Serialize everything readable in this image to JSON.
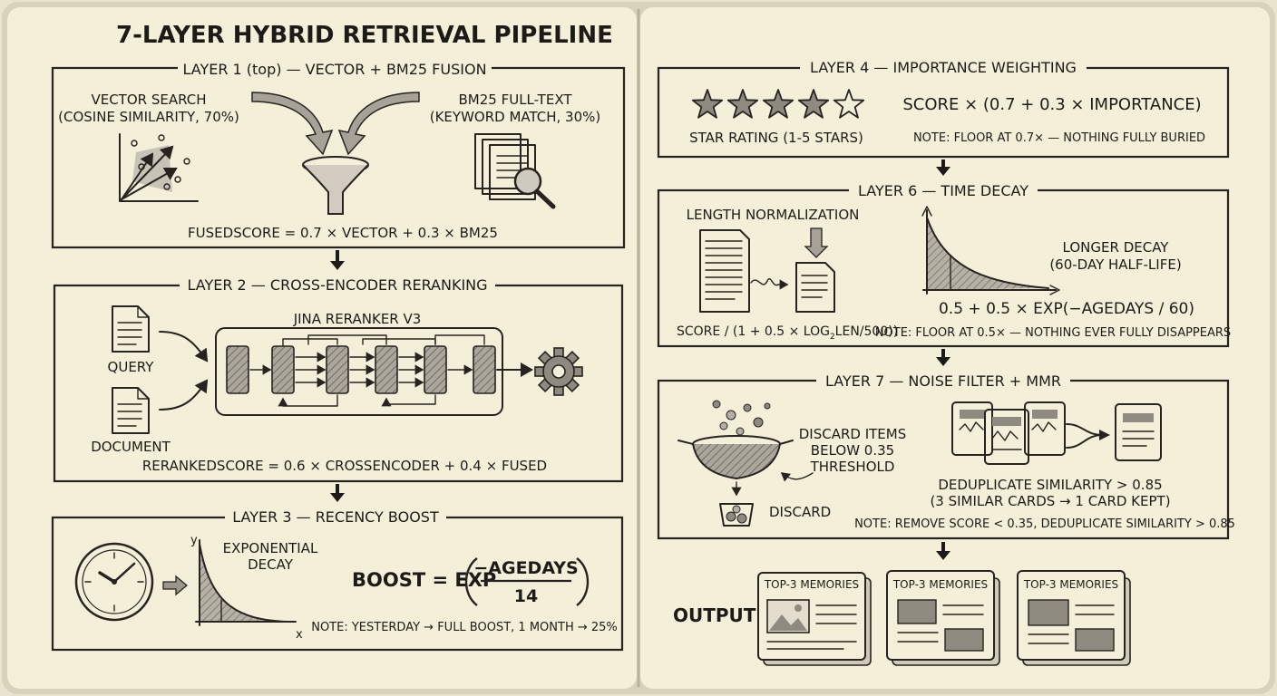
{
  "title": "7-LAYER HYBRID RETRIEVAL PIPELINE",
  "layer1": {
    "header": "LAYER 1 (top) — VECTOR + BM25 FUSION",
    "vector_label_1": "VECTOR SEARCH",
    "vector_label_2": "(COSINE SIMILARITY, 70%)",
    "bm25_label_1": "BM25 FULL-TEXT",
    "bm25_label_2": "(KEYWORD MATCH, 30%)",
    "formula": "FUSEDSCORE = 0.7 × VECTOR + 0.3 × BM25"
  },
  "layer2": {
    "header": "LAYER 2 — CROSS-ENCODER RERANKING",
    "model": "JINA RERANKER V3",
    "query": "QUERY",
    "document": "DOCUMENT",
    "formula": "RERANKEDSCORE = 0.6 × CROSSENCODER + 0.4 × FUSED"
  },
  "layer3": {
    "header": "LAYER 3 — RECENCY BOOST",
    "axis_y": "y",
    "axis_x": "x",
    "curve_label_1": "EXPONENTIAL",
    "curve_label_2": "DECAY",
    "formula_lhs": "BOOST = EXP",
    "formula_num": "−AGEDAYS",
    "formula_den": "14",
    "note": "NOTE: YESTERDAY → FULL BOOST, 1 MONTH → 25%"
  },
  "layer4": {
    "header": "LAYER 4 — IMPORTANCE WEIGHTING",
    "stars_filled": 4,
    "stars_total": 5,
    "star_caption": "STAR RATING (1-5 STARS)",
    "formula": "SCORE × (0.7 + 0.3 × IMPORTANCE)",
    "note": "NOTE: FLOOR AT 0.7× — NOTHING FULLY BURIED"
  },
  "layer6": {
    "header": "LAYER 6 — TIME DECAY",
    "length_norm": "LENGTH NORMALIZATION",
    "norm_formula_a": "SCORE / (1 + 0.5 × LOG",
    "norm_formula_sub": "2",
    "norm_formula_b": "LEN/500))",
    "decay_label_1": "LONGER DECAY",
    "decay_label_2": "(60-DAY HALF-LIFE)",
    "formula": "0.5 + 0.5 × EXP(−AGEDAYS / 60)",
    "note": "NOTE: FLOOR AT 0.5× — NOTHING EVER FULLY DISAPPEARS"
  },
  "layer7": {
    "header": "LAYER 7 — NOISE FILTER + MMR",
    "discard_label_1": "DISCARD ITEMS",
    "discard_label_2": "BELOW 0.35",
    "discard_label_3": "THRESHOLD",
    "discard": "DISCARD",
    "dedup_1": "DEDUPLICATE SIMILARITY > 0.85",
    "dedup_2": "(3 SIMILAR CARDS → 1 CARD KEPT)",
    "note": "NOTE: REMOVE SCORE < 0.35, DEDUPLICATE SIMILARITY > 0.85"
  },
  "output": {
    "label": "OUTPUT",
    "cards": [
      "TOP-3 MEMORIES",
      "TOP-3 MEMORIES",
      "TOP-3 MEMORIES"
    ]
  },
  "colors": {
    "paper": "#f4efd9",
    "ink": "#1d1b17",
    "shade": "#8e8a80"
  }
}
